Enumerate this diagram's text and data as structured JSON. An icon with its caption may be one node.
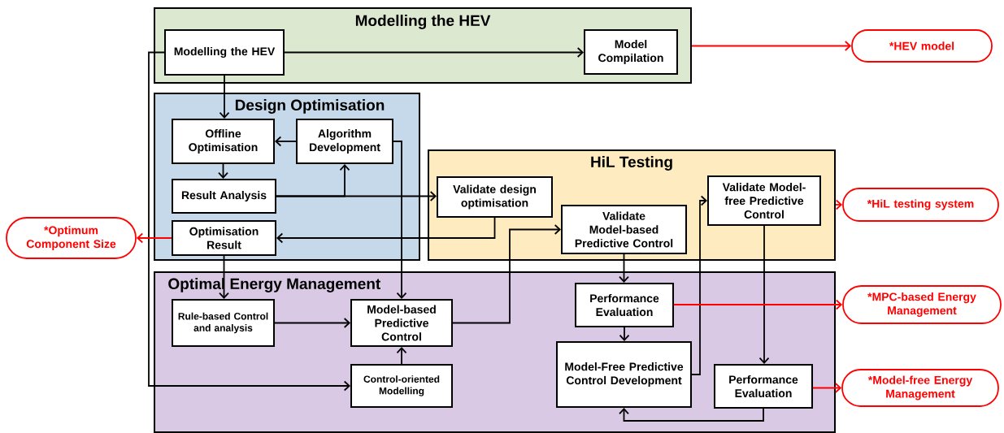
{
  "diagram": {
    "nodes": [
      {
        "text": [
          "Modelling the HEV"
        ]
      },
      {
        "text": [
          "Modelling the HEV"
        ],
        "in": 0
      },
      {
        "text": [
          "Model Compilation"
        ],
        "in": 0
      },
      {
        "text": [
          "Design Optimisation"
        ]
      },
      {
        "text": [
          "Offline Optimisation"
        ],
        "in": 3
      },
      {
        "text": [
          "Algorithm Development"
        ],
        "in": 3
      },
      {
        "text": [
          "Result Analysis"
        ],
        "in": 3
      },
      {
        "text": [
          "Optimisation Result"
        ],
        "in": 3
      },
      {
        "text": [
          "HiL Testing"
        ]
      },
      {
        "text": [
          "Validate design optimisation"
        ],
        "in": 8
      },
      {
        "text": [
          "Validate Model-based Predictive Control"
        ],
        "in": 8
      },
      {
        "text": [
          "Validate Model-free Predictive Control"
        ],
        "in": 8
      },
      {
        "text": [
          "Optimal Energy Management"
        ]
      },
      {
        "text": [
          "Rule-based Control and analysis"
        ],
        "in": 12
      },
      {
        "text": [
          "Model-based Predictive Control"
        ],
        "in": 12
      },
      {
        "text": [
          "Control-oriented Modelling"
        ],
        "in": 12
      },
      {
        "text": [
          "Performance Evaluation"
        ],
        "in": 12
      },
      {
        "text": [
          "Model-Free Predictive Control Development"
        ],
        "in": 12
      },
      {
        "text": [
          "Performance Evaluation"
        ],
        "in": 12
      },
      {
        "text": [
          "*HEV model"
        ]
      },
      {
        "text": [
          "*HiL testing system"
        ]
      },
      {
        "text": [
          "*MPC-based Energy Management"
        ]
      },
      {
        "text": [
          "*Model-free Energy Management"
        ]
      },
      {
        "text": [
          "*Optimum Component Size"
        ]
      }
    ],
    "edges": [
      {
        "from": 1,
        "to": 2,
        "arrow": "to"
      },
      {
        "from": 1,
        "to": 4,
        "arrow": "to"
      },
      {
        "from": 1,
        "to": 15,
        "arrow": "to"
      },
      {
        "from": 5,
        "to": 4,
        "arrow": "to"
      },
      {
        "from": 4,
        "to": 6,
        "arrow": "to"
      },
      {
        "from": 6,
        "to": 5,
        "arrow": "to"
      },
      {
        "from": 6,
        "to": 9,
        "arrow": "to"
      },
      {
        "from": 9,
        "to": 7,
        "arrow": "to"
      },
      {
        "from": 5,
        "to": 14,
        "arrow": "to"
      },
      {
        "from": 7,
        "to": 13,
        "arrow": "to"
      },
      {
        "from": 13,
        "to": 14,
        "arrow": "to"
      },
      {
        "from": 15,
        "to": 14,
        "arrow": "to"
      },
      {
        "from": 14,
        "to": 10,
        "arrow": "to"
      },
      {
        "from": 10,
        "to": 16,
        "arrow": "to"
      },
      {
        "from": 16,
        "to": 17,
        "arrow": "to"
      },
      {
        "from": 17,
        "to": 11,
        "arrow": "to"
      },
      {
        "from": 11,
        "to": 18,
        "arrow": "to"
      },
      {
        "from": 18,
        "to": 17,
        "arrow": "to"
      },
      {
        "from": 0,
        "to": 19,
        "arrow": "to",
        "color": "#ff0000"
      },
      {
        "from": 8,
        "to": 20,
        "arrow": "to",
        "color": "#ff0000"
      },
      {
        "from": 16,
        "to": 21,
        "arrow": "to",
        "color": "#ff0000"
      },
      {
        "from": 18,
        "to": 22,
        "arrow": "to",
        "color": "#ff0000"
      },
      {
        "from": 7,
        "to": 23,
        "arrow": "to",
        "color": "#ff0000"
      }
    ]
  }
}
